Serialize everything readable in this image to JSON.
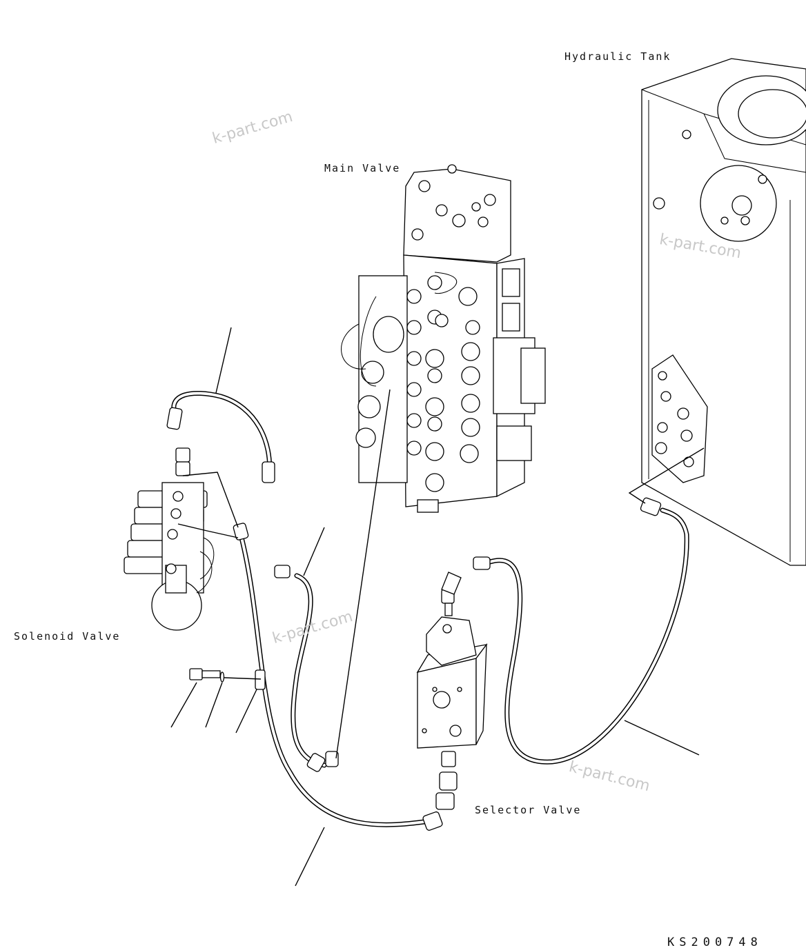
{
  "labels": {
    "hydraulic_tank": "Hydraulic Tank",
    "main_valve": "Main Valve",
    "solenoid_valve": "Solenoid Valve",
    "selector_valve": "Selector Valve"
  },
  "watermark": "k-part.com",
  "drawing_code": "KS200748"
}
